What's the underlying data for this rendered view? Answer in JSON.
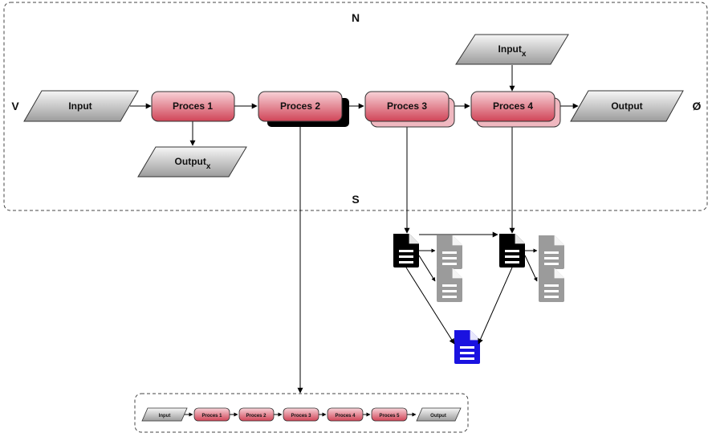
{
  "frame": {
    "top_label": "N",
    "bottom_label": "S",
    "left_label": "V",
    "right_label": "Ø"
  },
  "main_flow": {
    "input": "Input",
    "proces1": "Proces 1",
    "proces2": "Proces 2",
    "proces3": "Proces 3",
    "proces4": "Proces 4",
    "output": "Output",
    "output_x_base": "Output",
    "output_x_sub": "x",
    "input_x_base": "Input",
    "input_x_sub": "x"
  },
  "mini_flow": {
    "input": "Input",
    "proces1": "Proces 1",
    "proces2": "Proces 2",
    "proces3": "Proces 3",
    "proces4": "Proces 4",
    "proces5": "Proces 5",
    "output": "Output"
  },
  "colors": {
    "process_top": "#f6c9cf",
    "process_bottom": "#d24a5a",
    "io_top": "#f2f2f2",
    "io_bottom": "#9a9a9a",
    "doc_black": "#000000",
    "doc_gray": "#9b9b9b",
    "doc_blue": "#1a12e0"
  }
}
